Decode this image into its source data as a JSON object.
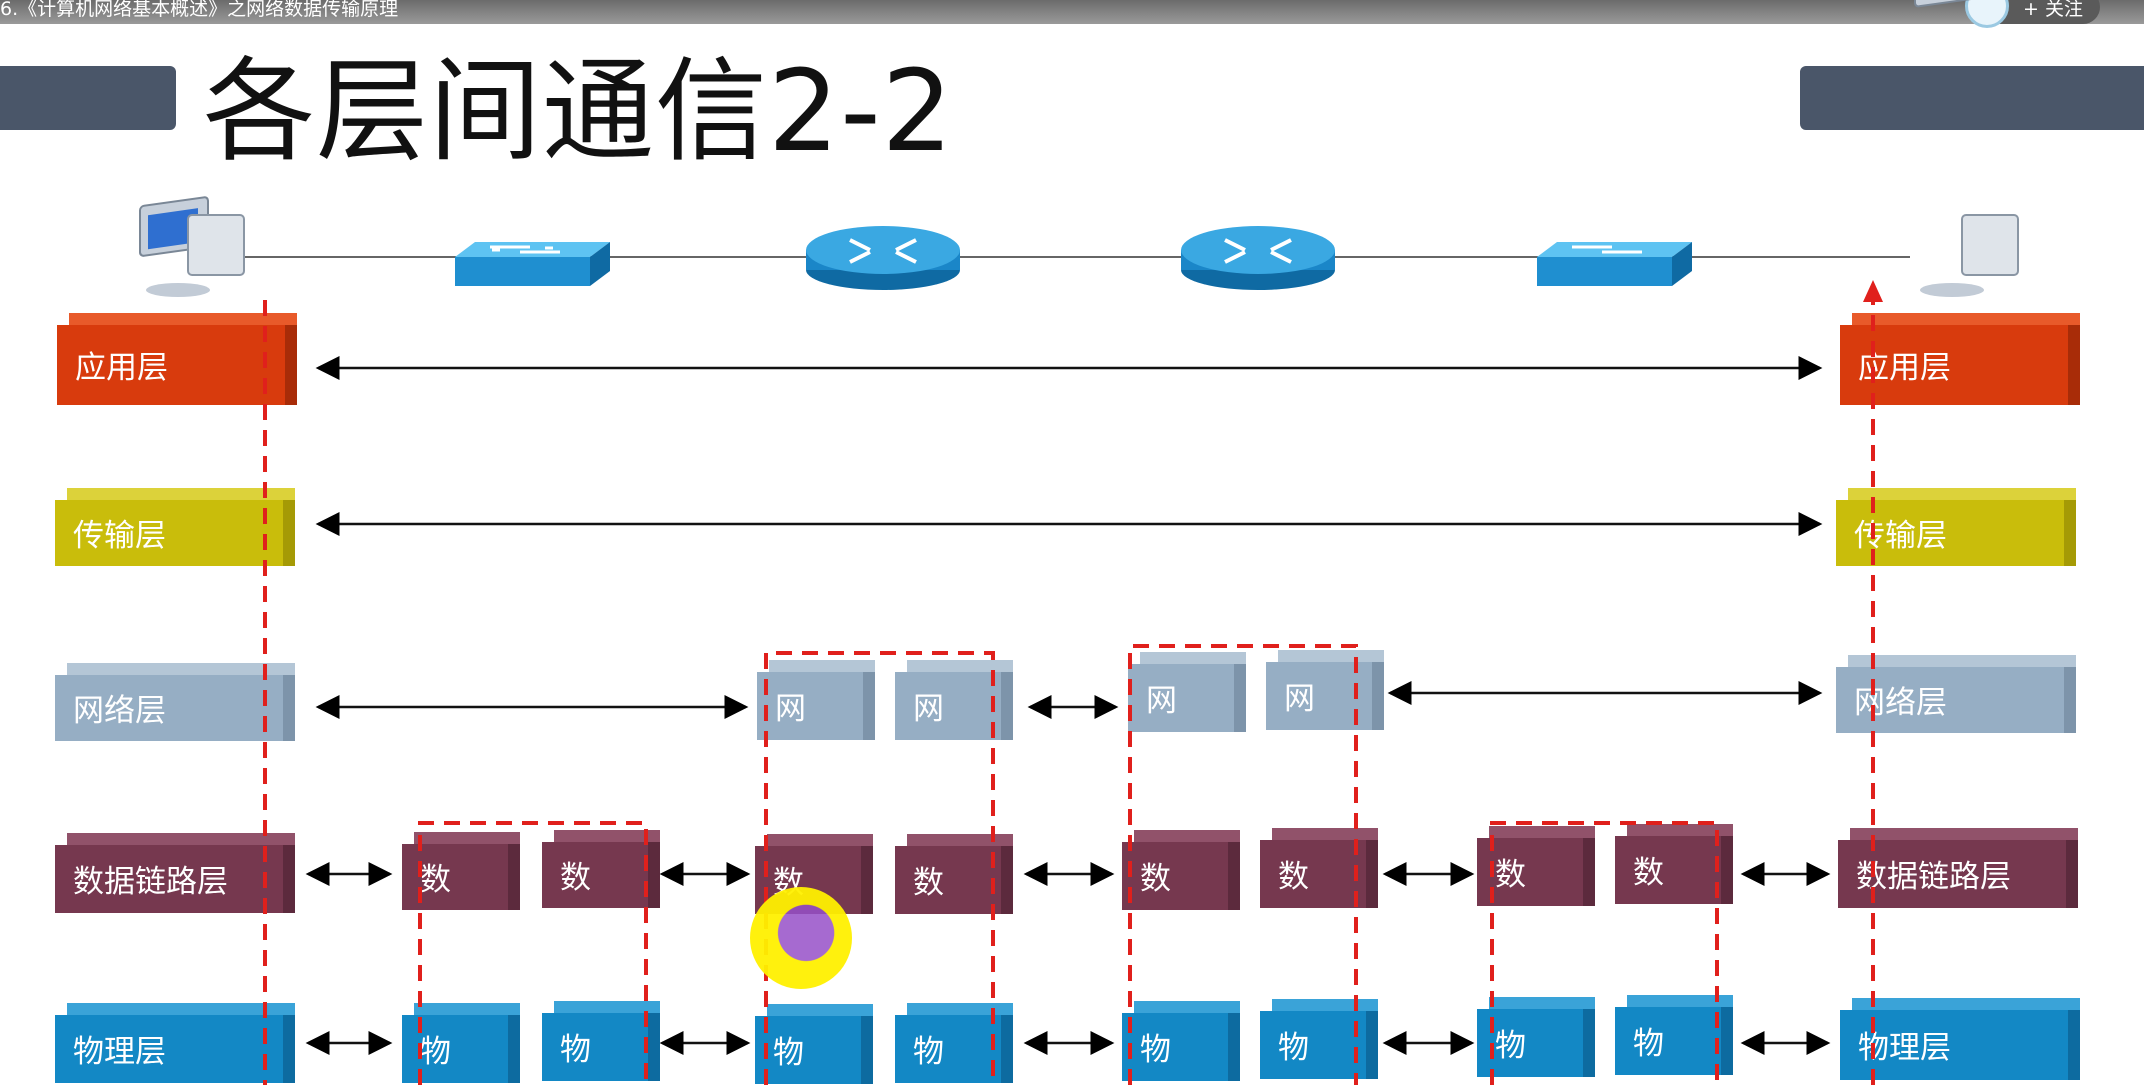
{
  "video_title": "6.《计算机网络基本概述》之网络数据传输原理",
  "follow_label": "+ 关注",
  "slide_title": "各层间通信2-2",
  "left_stack": {
    "application": "应用层",
    "transport": "传输层",
    "network": "网络层",
    "datalink": "数据链路层",
    "physical": "物理层"
  },
  "right_stack": {
    "application": "应用层",
    "transport": "传输层",
    "network": "网络层",
    "datalink": "数据链路层",
    "physical": "物理层"
  },
  "device_labels": {
    "network": "网",
    "datalink": "数",
    "physical": "物"
  },
  "devices": [
    "host-pc",
    "switch",
    "router",
    "router",
    "switch",
    "host-pc"
  ],
  "colors": {
    "application": "#d83b0d",
    "transport": "#c9bd0b",
    "network": "#96aec4",
    "datalink": "#76384f",
    "physical": "#1388c5",
    "path": "#e0201c"
  }
}
